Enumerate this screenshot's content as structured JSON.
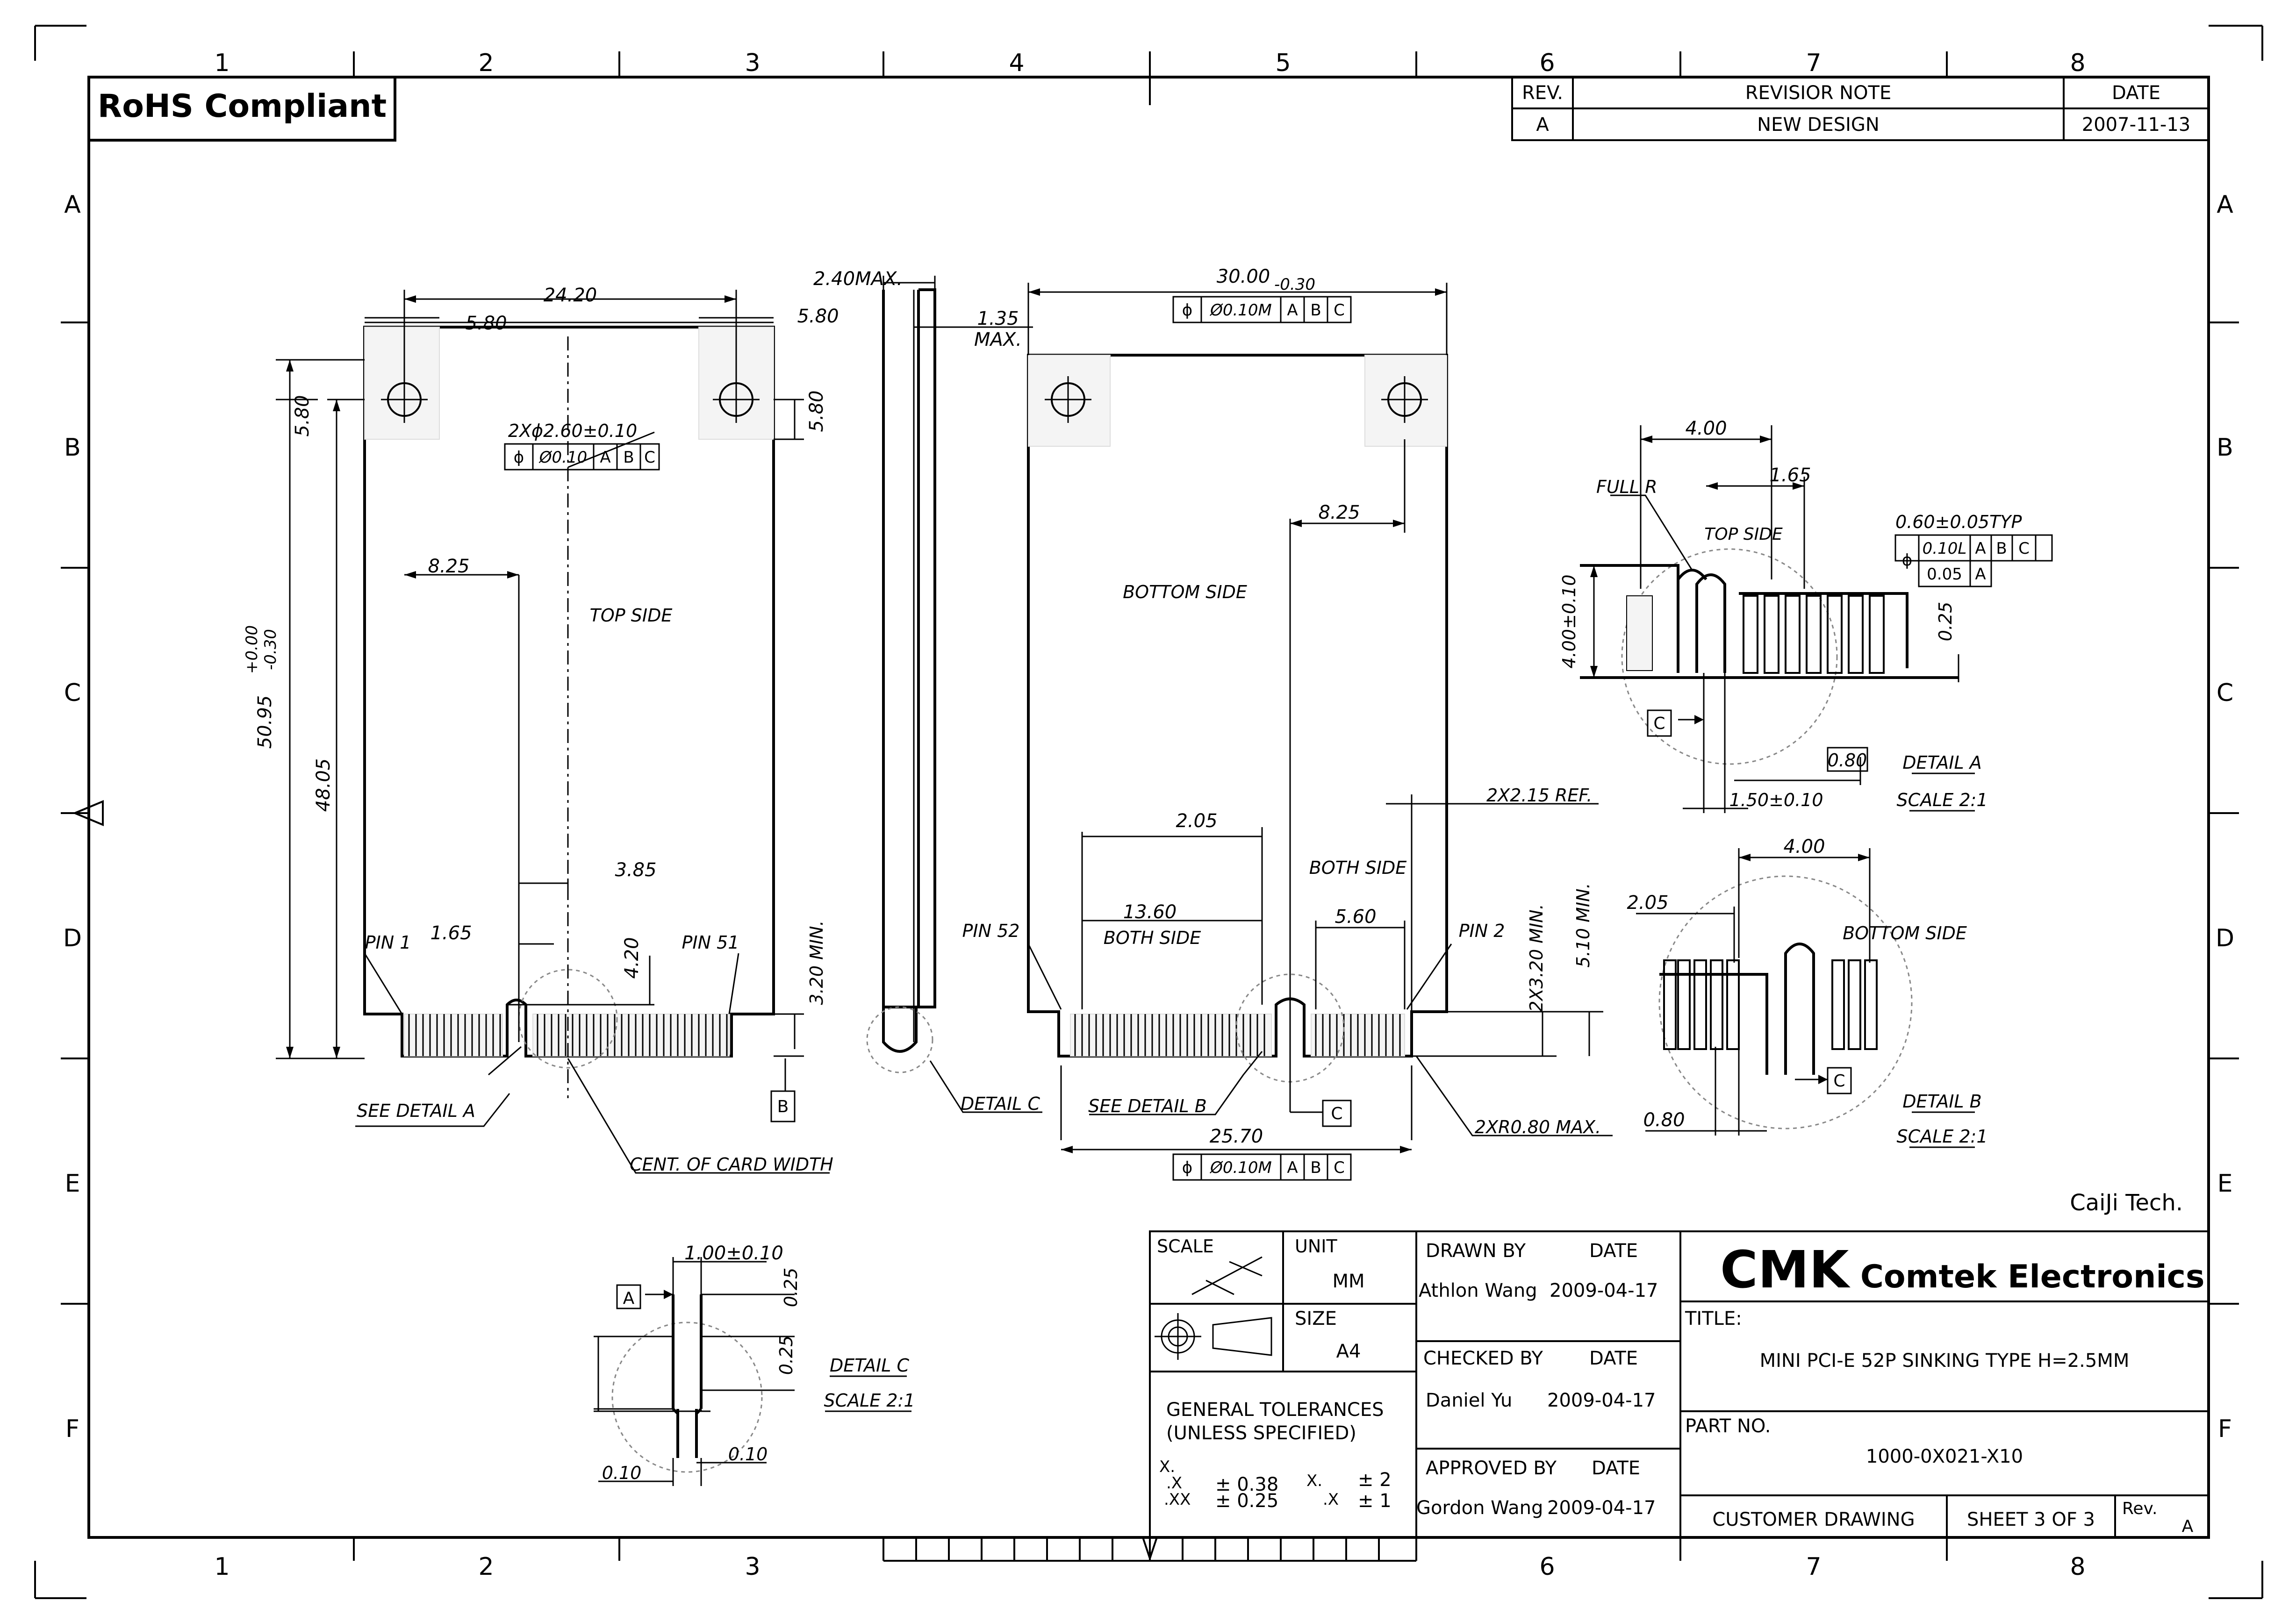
{
  "border": {
    "cols_top": [
      "1",
      "2",
      "3",
      "4",
      "5",
      "6",
      "7",
      "8"
    ],
    "cols_bottom": [
      "1",
      "2",
      "3",
      "6",
      "7",
      "8"
    ],
    "rows": [
      "A",
      "B",
      "C",
      "D",
      "E",
      "F"
    ]
  },
  "rohs_label": "RoHS Compliant",
  "revision_table": {
    "headers": [
      "REV.",
      "REVISIOR NOTE",
      "DATE"
    ],
    "row": [
      "A",
      "NEW DESIGN",
      "2007-11-13"
    ]
  },
  "left_view": {
    "dims": {
      "width": "24.20",
      "left_hole": "5.80",
      "right_hole": "5.80",
      "hole_v_left": "5.80",
      "hole_v_right": "5.80",
      "holes": "2Xϕ2.60±0.10",
      "key_offset": "8.25",
      "height": "50.95",
      "height_tol_up": "+0.00",
      "height_tol_dn": "-0.30",
      "inner_height": "48.05",
      "center": "3.85",
      "pin_pitch": "1.65",
      "notch": "4.20",
      "min_edge": "3.20 MIN."
    },
    "fcf": [
      "ϕ",
      "Ø0.10",
      "A",
      "B",
      "C"
    ],
    "label_top_side": "TOP SIDE",
    "pin1": "PIN 1",
    "pin51": "PIN 51",
    "see_detail_a": "SEE DETAIL A",
    "cent_label": "CENT. OF CARD WIDTH",
    "datum_b": "B"
  },
  "side_view": {
    "max_thk": "2.40MAX.",
    "thk": "1.35",
    "thk_max": "MAX.",
    "detail_c": "DETAIL C"
  },
  "right_view": {
    "dims": {
      "width": "30.00",
      "width_tol": "-0.30",
      "key_offset": "8.25",
      "pin_offset": "2.05",
      "both_left": "13.60",
      "both_right": "5.60",
      "span": "25.70",
      "ref": "2X2.15 REF.",
      "min_v": "2X3.20 MIN.",
      "v510": "5.10 MIN.",
      "radius": "2XR0.80 MAX."
    },
    "fcf_top": [
      "ϕ",
      "Ø0.10M",
      "A",
      "B",
      "C"
    ],
    "fcf_bottom": [
      "ϕ",
      "Ø0.10M",
      "A",
      "B",
      "C"
    ],
    "label_bottom_side": "BOTTOM SIDE",
    "both_side_1": "BOTH SIDE",
    "both_side_2": "BOTH SIDE",
    "pin52": "PIN 52",
    "pin2": "PIN 2",
    "see_detail_b": "SEE DETAIL B",
    "datum_c": "C"
  },
  "detail_a": {
    "w": "4.00",
    "p": "1.65",
    "full_r": "FULL R",
    "top_side": "TOP SIDE",
    "tol": "0.60±0.05TYP",
    "fcf1": [
      "ϕ",
      "0.10L",
      "A",
      "B",
      "C"
    ],
    "fcf2": [
      "0.05",
      "A"
    ],
    "h": "4.00±0.10",
    "v025": "0.25",
    "box080": "0.80",
    "w150": "1.50±0.10",
    "datum": "C",
    "title": "DETAIL A",
    "scale": "SCALE 2:1"
  },
  "detail_b": {
    "w": "4.00",
    "p": "2.05",
    "bottom_side": "BOTTOM SIDE",
    "w080": "0.80",
    "datum": "C",
    "title": "DETAIL B",
    "scale": "SCALE 2:1"
  },
  "detail_c": {
    "w": "1.00±0.10",
    "v1": "0.25",
    "v2": "0.25",
    "d1": "0.10",
    "d2": "0.10",
    "datum": "A",
    "title": "DETAIL C",
    "scale": "SCALE 2:1"
  },
  "caiji": "CaiJi Tech.",
  "title_block": {
    "scale_label": "SCALE",
    "unit_label": "UNIT",
    "unit_value": "MM",
    "size_label": "SIZE",
    "size_value": "A4",
    "gen_tol_1": "GENERAL TOLERANCES",
    "gen_tol_2": "(UNLESS SPECIFIED)",
    "tol_x": "X.",
    "tol_xx": ".X",
    "tol_xxx": ".XX",
    "tol_v1": "± 0.38",
    "tol_v2": "± 0.25",
    "ang1": "X.",
    "ang2": ".X",
    "ang_v1": "± 2",
    "ang_v2": "± 1",
    "drawn_by": "DRAWN BY",
    "drawn_date_label": "DATE",
    "drawn_name": "Athlon Wang",
    "drawn_date": "2009-04-17",
    "checked_by": "CHECKED BY",
    "checked_date_label": "DATE",
    "checked_name": "Daniel Yu",
    "checked_date": "2009-04-17",
    "approved_by": "APPROVED BY",
    "approved_date_label": "DATE",
    "approved_name": "Gordon Wang",
    "approved_date": "2009-04-17",
    "logo": "CMK",
    "company": "Comtek Electronics",
    "title_label": "TITLE:",
    "title_value": "MINI PCI-E 52P SINKING TYPE H=2.5MM",
    "part_label": "PART NO.",
    "part_value": "1000-0X021-X10",
    "customer": "CUSTOMER DRAWING",
    "sheet": "SHEET 3 OF 3",
    "rev_label": "Rev.",
    "rev_value": "A"
  }
}
